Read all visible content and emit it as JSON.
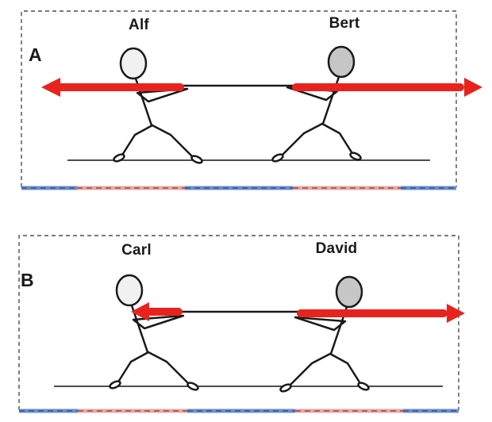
{
  "panels": [
    {
      "label": "A",
      "left_figure": {
        "name": "Alf",
        "head_shade": "light",
        "force": {
          "direction": "left",
          "magnitude": "large"
        }
      },
      "right_figure": {
        "name": "Bert",
        "head_shade": "dark",
        "force": {
          "direction": "right",
          "magnitude": "large"
        }
      }
    },
    {
      "label": "B",
      "left_figure": {
        "name": "Carl",
        "head_shade": "light",
        "force": {
          "direction": "left",
          "magnitude": "small"
        }
      },
      "right_figure": {
        "name": "David",
        "head_shade": "dark",
        "force": {
          "direction": "right",
          "magnitude": "large"
        }
      }
    }
  ],
  "colors": {
    "force_arrow": "#e8231d",
    "panel_border": "#4d4d4d",
    "ground": "#4d4d4d",
    "rope": "#1a1a1a",
    "figure_ink": "#1a1a1a",
    "head_light": "#f1f1f1",
    "head_dark": "#c6c6c6",
    "baseline_blue": "#6f8fc8",
    "baseline_blue_dash": "#3c64a8",
    "baseline_pink": "#e3aba7",
    "baseline_pink_dash": "#bf5a55"
  }
}
